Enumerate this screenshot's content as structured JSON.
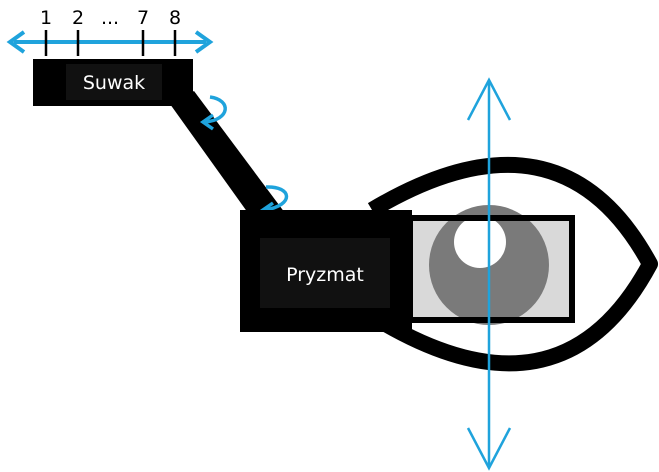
{
  "scale": {
    "ticks": [
      "1",
      "2",
      "...",
      "7",
      "8"
    ]
  },
  "boxes": {
    "slider": "Suwak",
    "prism": "Pryzmat"
  },
  "colors": {
    "accent": "#1fa3dc",
    "ink": "#000000",
    "label_bg": "#111111",
    "iris": "#7a7a7a",
    "lens": "#d9d9d9"
  }
}
